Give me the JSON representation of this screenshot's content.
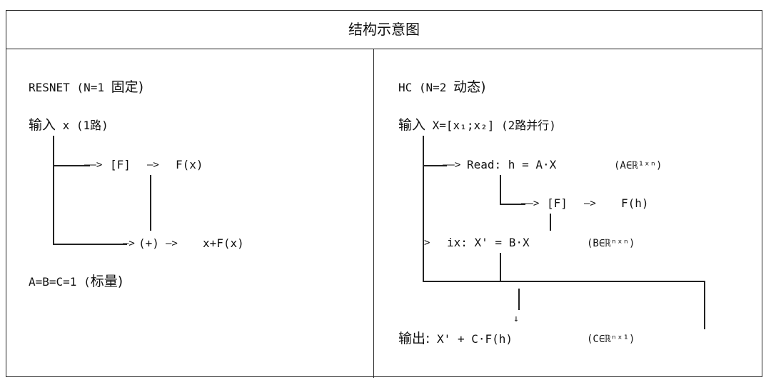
{
  "title": "结构示意图",
  "left": {
    "header_label": "RESNET (N=1 ",
    "header_zh": "固定)",
    "input_zh": "输入",
    "input_rest": " x (1路)",
    "branch_arrow": "——>",
    "block_f": "[F]",
    "out_arrow": "—>",
    "f_out": "F(x)",
    "sum_arrow": "—>",
    "sum_op": "(+)",
    "sum_out_arrow": "—>",
    "result": "x+F(x)",
    "scalar_label": "A=B=C=1 (",
    "scalar_zh": "标量)"
  },
  "right": {
    "header_label": "HC (N=2 ",
    "header_zh": "动态)",
    "input_zh": "输入",
    "input_rest": " X=[x₁;x₂] (2路并行)",
    "read_arrow": "——>",
    "read_text": "Read: h = A·X",
    "read_dim": "(A∈ℝ¹ˣⁿ)",
    "f_arrow": "——>",
    "block_f": "[F]",
    "f_out_arrow": "—>",
    "f_out": "F(h)",
    "ix_arrow": ">",
    "ix_text": "ix: X' = B·X",
    "ix_dim": "(B∈ℝⁿˣⁿ)",
    "down_arrow": "↓",
    "output_zh": "输出:",
    "output_text": " X' + C·F(h)",
    "output_dim": "(C∈ℝⁿˣ¹)"
  }
}
